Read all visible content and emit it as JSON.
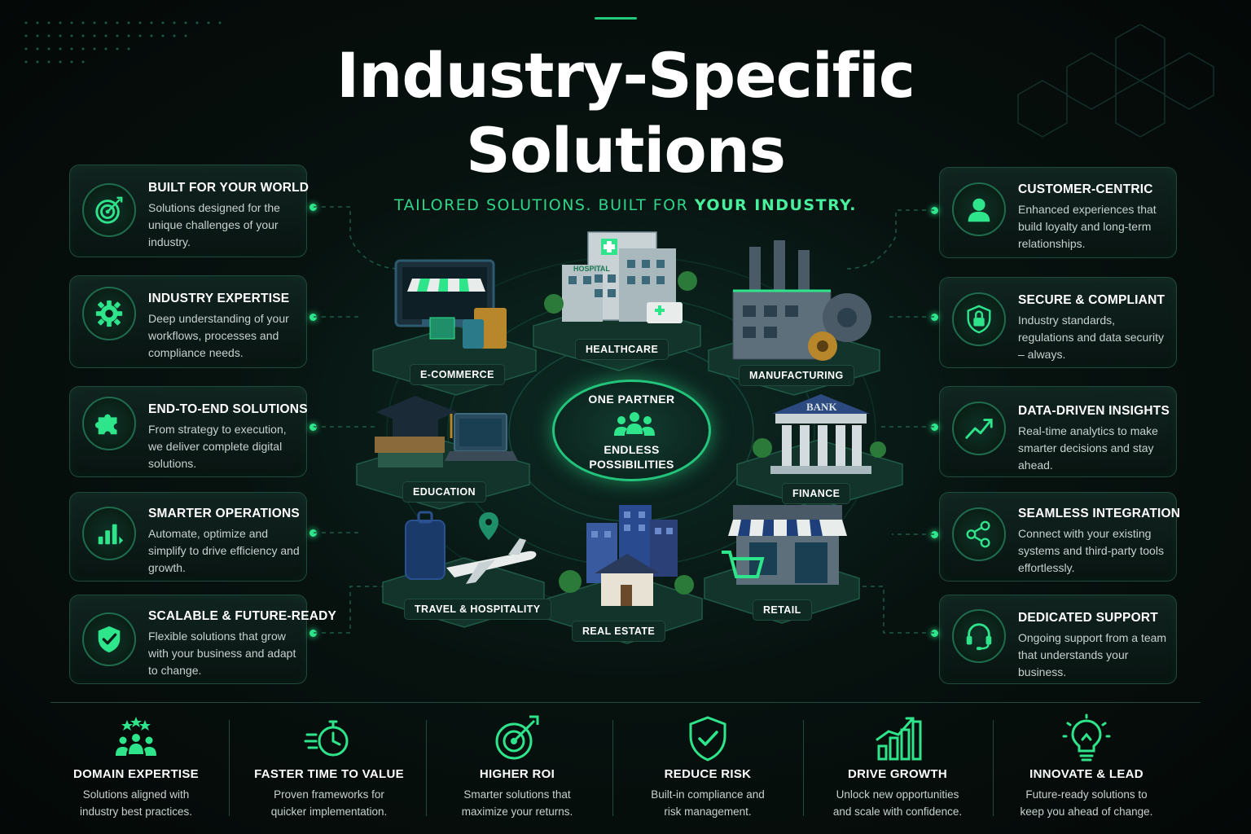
{
  "title": {
    "line1": "Industry-Specific",
    "line2": "Solutions"
  },
  "subtitle": {
    "part1": "TAILORED SOLUTIONS. BUILT FOR ",
    "part2": "YOUR INDUSTRY."
  },
  "colors": {
    "accent": "#2ee58c",
    "background": "#07120f",
    "card_border": "#1f4a3c"
  },
  "left_cards": [
    {
      "icon": "target-icon",
      "title": "BUILT FOR YOUR WORLD",
      "text": "Solutions designed for the unique challenges of your industry."
    },
    {
      "icon": "gear-icon",
      "title": "INDUSTRY EXPERTISE",
      "text": "Deep understanding of your workflows, processes and compliance needs."
    },
    {
      "icon": "puzzle-icon",
      "title": "END-TO-END SOLUTIONS",
      "text": "From strategy to execution, we deliver complete digital solutions."
    },
    {
      "icon": "bar-chart-icon",
      "title": "SMARTER OPERATIONS",
      "text": "Automate, optimize and simplify to drive efficiency and growth."
    },
    {
      "icon": "shield-check-icon",
      "title": "SCALABLE & FUTURE-READY",
      "text": "Flexible solutions that grow with your business and adapt to change."
    }
  ],
  "right_cards": [
    {
      "icon": "user-icon",
      "title": "CUSTOMER-CENTRIC",
      "text": "Enhanced experiences that build loyalty and long-term relationships."
    },
    {
      "icon": "lock-shield-icon",
      "title": "SECURE & COMPLIANT",
      "text": "Industry standards, regulations and data security – always."
    },
    {
      "icon": "trend-up-icon",
      "title": "DATA-DRIVEN INSIGHTS",
      "text": "Real-time analytics to make smarter decisions and stay ahead."
    },
    {
      "icon": "share-icon",
      "title": "SEAMLESS INTEGRATION",
      "text": "Connect with your existing systems and third-party tools effortlessly."
    },
    {
      "icon": "headset-icon",
      "title": "DEDICATED SUPPORT",
      "text": "Ongoing support from a team that understands your business."
    }
  ],
  "hub": {
    "top": "ONE PARTNER",
    "bottom_line1": "ENDLESS",
    "bottom_line2": "POSSIBILITIES",
    "icon": "team-icon"
  },
  "industries": [
    {
      "label": "E-COMMERCE",
      "icon": "storefront-icon"
    },
    {
      "label": "HEALTHCARE",
      "icon": "hospital-icon",
      "sign": "HOSPITAL"
    },
    {
      "label": "MANUFACTURING",
      "icon": "factory-icon"
    },
    {
      "label": "EDUCATION",
      "icon": "graduation-cap-icon"
    },
    {
      "label": "FINANCE",
      "icon": "bank-icon",
      "sign": "BANK"
    },
    {
      "label": "TRAVEL & HOSPITALITY",
      "icon": "airplane-icon"
    },
    {
      "label": "REAL ESTATE",
      "icon": "buildings-icon"
    },
    {
      "label": "RETAIL",
      "icon": "shop-icon"
    }
  ],
  "bottom": [
    {
      "icon": "team-stars-icon",
      "title": "DOMAIN EXPERTISE",
      "text1": "Solutions aligned with",
      "text2": "industry best practices."
    },
    {
      "icon": "stopwatch-icon",
      "title": "FASTER TIME TO VALUE",
      "text1": "Proven frameworks for",
      "text2": "quicker implementation."
    },
    {
      "icon": "target-icon",
      "title": "HIGHER ROI",
      "text1": "Smarter solutions that",
      "text2": "maximize your returns."
    },
    {
      "icon": "shield-check-icon",
      "title": "REDUCE RISK",
      "text1": "Built-in compliance and",
      "text2": "risk management."
    },
    {
      "icon": "growth-chart-icon",
      "title": "DRIVE GROWTH",
      "text1": "Unlock new opportunities",
      "text2": "and scale with confidence."
    },
    {
      "icon": "lightbulb-icon",
      "title": "INNOVATE & LEAD",
      "text1": "Future-ready solutions to",
      "text2": "keep you ahead of change."
    }
  ]
}
